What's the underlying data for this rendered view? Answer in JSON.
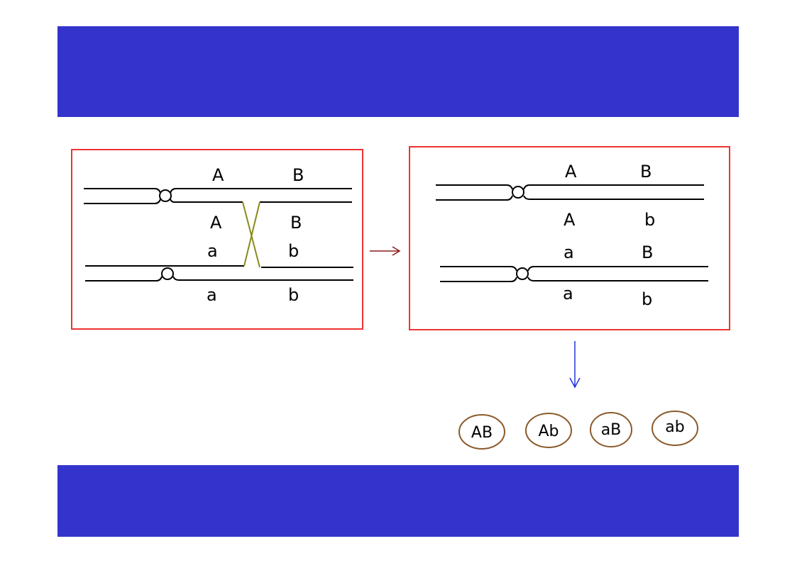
{
  "colors": {
    "band": "#3434cc",
    "box_border": "#ee3333",
    "chromatid": "#000000",
    "crossover": "#8a8a1a",
    "arrow_right": "#8b1a1a",
    "arrow_down": "#2233dd",
    "gamete_outline": "#8b5a2b"
  },
  "before": {
    "top_pair": {
      "upper": [
        "A",
        "B"
      ],
      "lower": [
        "A",
        "B"
      ]
    },
    "bottom_pair": {
      "upper": [
        "a",
        "b"
      ],
      "lower": [
        "a",
        "b"
      ]
    }
  },
  "after": {
    "top_pair": {
      "upper": [
        "A",
        "B"
      ],
      "lower": [
        "A",
        "b"
      ]
    },
    "bottom_pair": {
      "upper": [
        "a",
        "B"
      ],
      "lower": [
        "a",
        "b"
      ]
    }
  },
  "gametes": [
    "AB",
    "Ab",
    "aB",
    "ab"
  ],
  "icons": {
    "right_arrow": "right-arrow-icon",
    "down_arrow": "down-arrow-icon"
  }
}
